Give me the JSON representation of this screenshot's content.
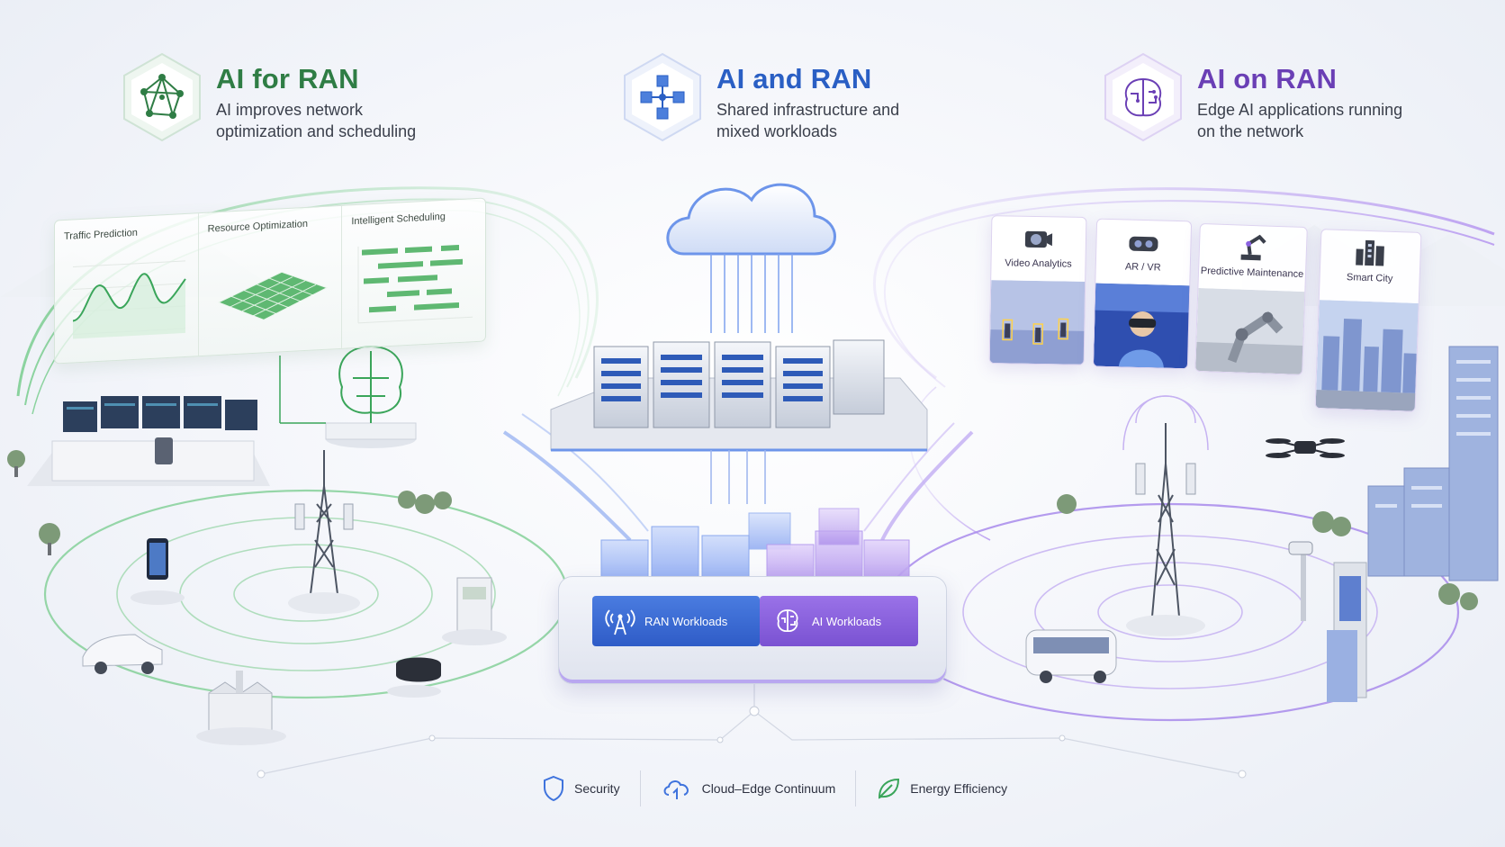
{
  "pillars": [
    {
      "title": "AI for RAN",
      "desc": "AI improves network optimization and scheduling",
      "color": "#2f7d45",
      "icon": "network-graph-icon"
    },
    {
      "title": "AI and RAN",
      "desc": "Shared infrastructure and mixed workloads",
      "color": "#2a5fc4",
      "icon": "connected-nodes-icon"
    },
    {
      "title": "AI on RAN",
      "desc": "Edge AI applications running on the network",
      "color": "#6a3fb5",
      "icon": "brain-chip-icon"
    }
  ],
  "dashboard": {
    "panels": [
      "Traffic Prediction",
      "Resource Optimization",
      "Intelligent Scheduling"
    ]
  },
  "apps": [
    {
      "label": "Video Analytics",
      "icon": "camera-icon"
    },
    {
      "label": "AR / VR",
      "icon": "vr-headset-icon"
    },
    {
      "label": "Predictive Maintenance",
      "icon": "robot-arm-icon"
    },
    {
      "label": "Smart City",
      "icon": "city-buildings-icon"
    }
  ],
  "workloads": {
    "ran": {
      "label": "RAN Workloads",
      "icon": "antenna-tower-icon"
    },
    "ai": {
      "label": "AI Workloads",
      "icon": "brain-icon"
    }
  },
  "footer": [
    {
      "label": "Security",
      "icon": "shield-icon"
    },
    {
      "label": "Cloud–Edge Continuum",
      "icon": "cloud-sync-icon"
    },
    {
      "label": "Energy Efficiency",
      "icon": "leaf-icon"
    }
  ],
  "colors": {
    "green": "#3aa55a",
    "blue": "#3f73dd",
    "purple": "#8a62e0"
  }
}
